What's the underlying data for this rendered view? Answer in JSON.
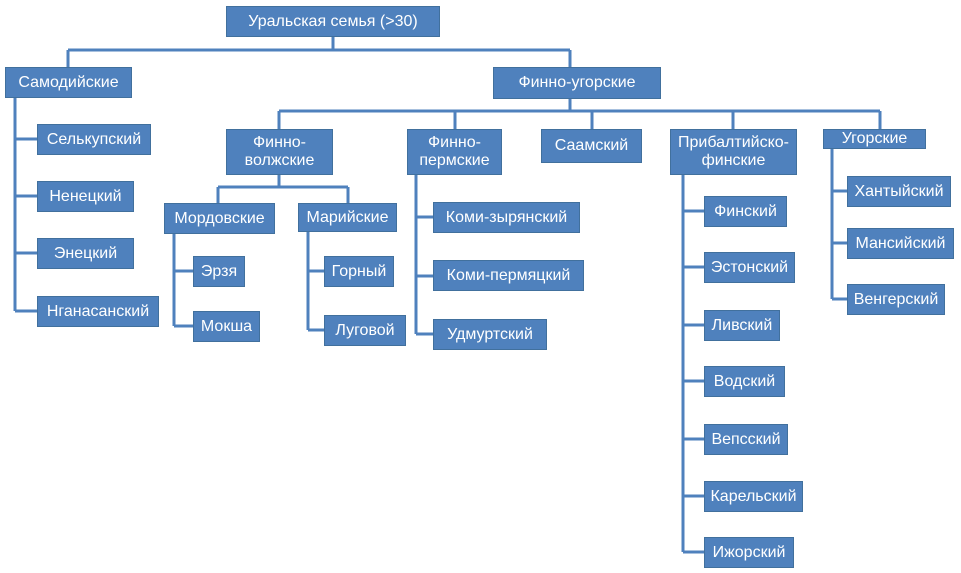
{
  "style": {
    "box_color": "#4f81bd",
    "line_color": "#4f81bd",
    "text_color": "#ffffff"
  },
  "tree": {
    "root": "Уральская семья (>30)",
    "samoyedic": {
      "label": "Самодийские",
      "items": [
        "Селькупский",
        "Ненецкий",
        "Энецкий",
        "Нганасанский"
      ]
    },
    "finno_ugric": {
      "label": "Финно-угорские",
      "volgaic": {
        "label": "Финно-\nволжские",
        "mordvinic": {
          "label": "Мордовские",
          "items": [
            "Эрзя",
            "Мокша"
          ]
        },
        "mari": {
          "label": "Марийские",
          "items": [
            "Горный",
            "Луговой"
          ]
        }
      },
      "permic": {
        "label": "Финно-\nпермские",
        "items": [
          "Коми-зырянский",
          "Коми-пермяцкий",
          "Удмуртский"
        ]
      },
      "sami": {
        "label": "Саамский"
      },
      "baltic_finnic": {
        "label": "Прибалтийско-\nфинские",
        "items": [
          "Финский",
          "Эстонский",
          "Ливский",
          "Водский",
          "Вепсский",
          "Карельский",
          "Ижорский"
        ]
      },
      "ugric": {
        "label": "Угорские",
        "items": [
          "Хантыйский",
          "Мансийский",
          "Венгерский"
        ]
      }
    }
  }
}
